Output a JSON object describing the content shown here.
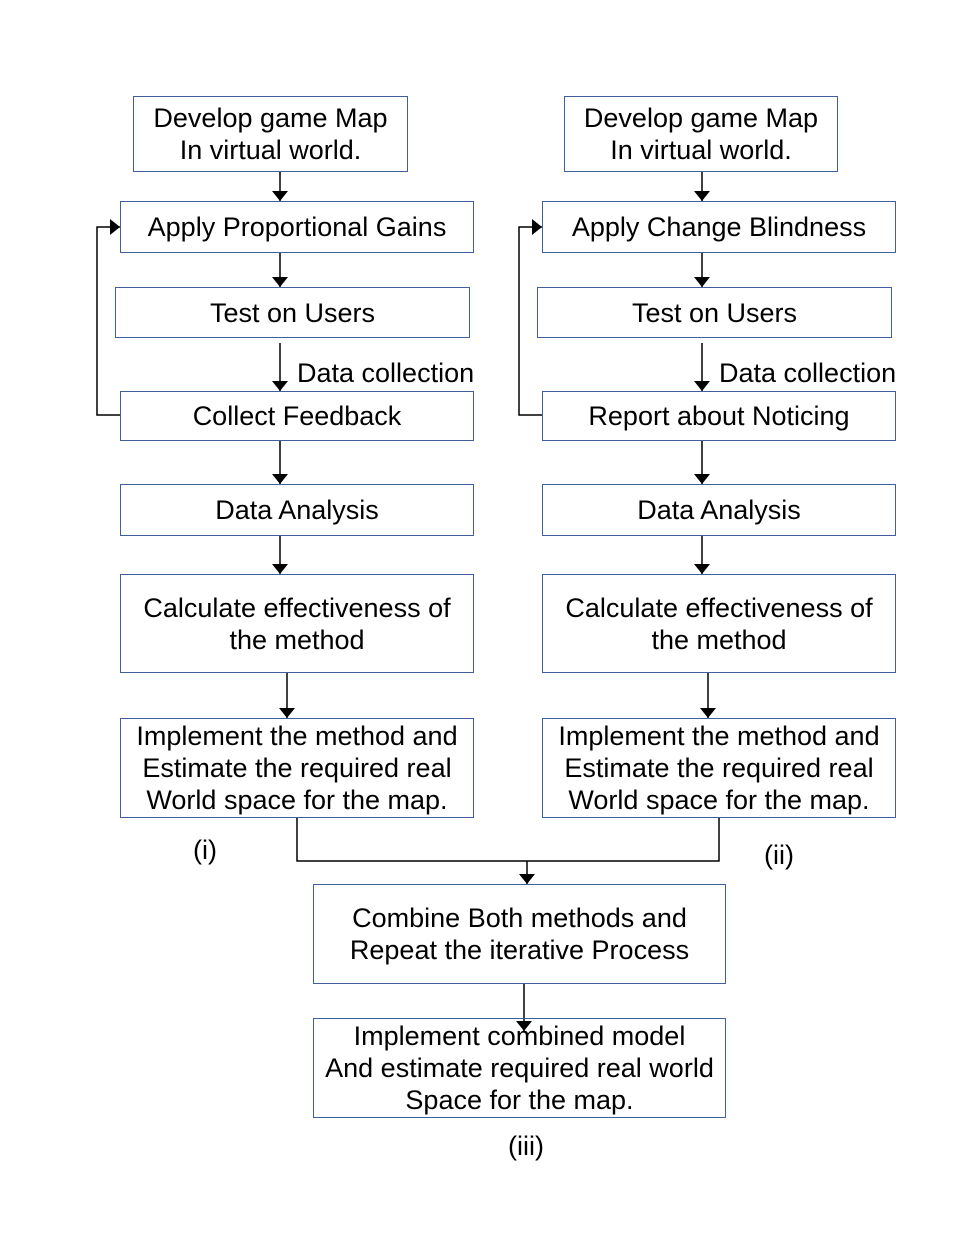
{
  "flow_i": {
    "develop_map": [
      "Develop game Map",
      "In virtual world."
    ],
    "apply": "Apply Proportional Gains",
    "test": "Test on Users",
    "data_collection": "Data collection",
    "collect": "Collect Feedback",
    "analysis": "Data Analysis",
    "calculate": [
      "Calculate effectiveness of",
      "the method"
    ],
    "implement": [
      "Implement the method and",
      "Estimate the required real",
      "World space for the map."
    ],
    "tag": "(i)"
  },
  "flow_ii": {
    "develop_map": [
      "Develop game Map",
      "In virtual world."
    ],
    "apply": "Apply Change Blindness",
    "test": "Test on Users",
    "data_collection": "Data collection",
    "report": "Report about Noticing",
    "analysis": "Data Analysis",
    "calculate": [
      "Calculate effectiveness of",
      "the method"
    ],
    "implement": [
      "Implement the method and",
      "Estimate the required real",
      "World space for the map."
    ],
    "tag": "(ii)"
  },
  "flow_iii": {
    "combine": [
      "Combine Both methods and",
      "Repeat the iterative Process"
    ],
    "implement": [
      "Implement combined model",
      "And estimate required real world",
      "Space for the map."
    ],
    "tag": "(iii)"
  }
}
